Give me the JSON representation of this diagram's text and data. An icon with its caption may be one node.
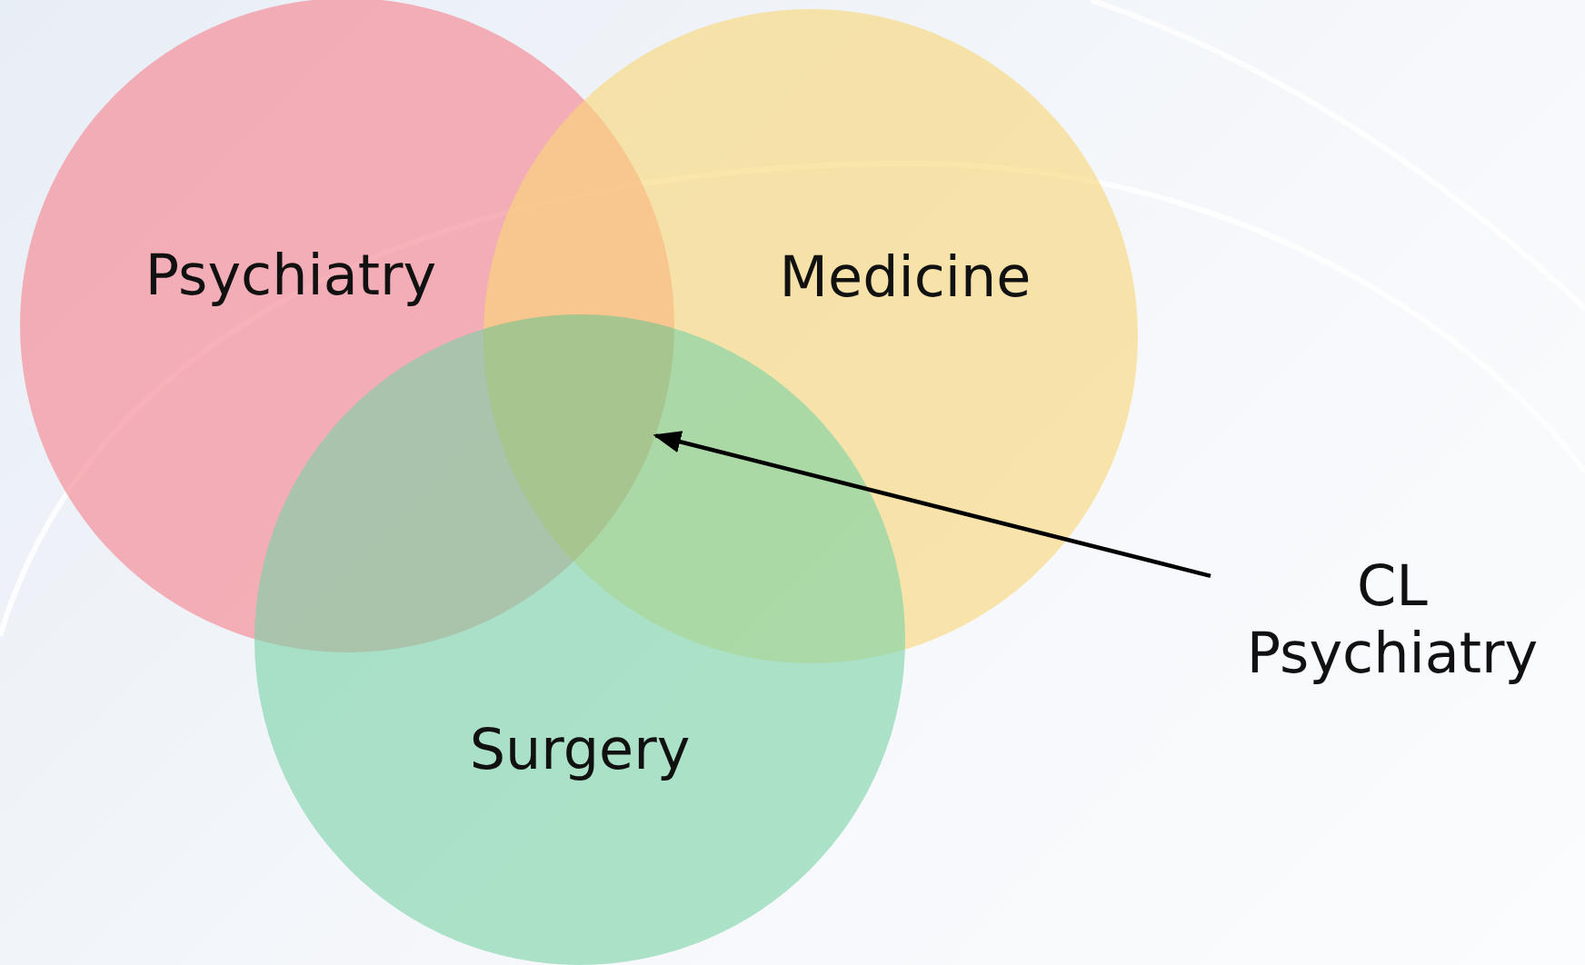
{
  "diagram": {
    "nodes": [
      {
        "text": [
          "Psychiatry"
        ]
      },
      {
        "text": [
          "Medicine"
        ]
      },
      {
        "text": [
          "Surgery"
        ]
      },
      {
        "text": [
          "CL Psychiatry"
        ]
      },
      {
        "text": [],
        "shape": "region"
      }
    ],
    "edges": [
      {
        "from": 3,
        "to": 4,
        "arrow": "to"
      }
    ]
  }
}
